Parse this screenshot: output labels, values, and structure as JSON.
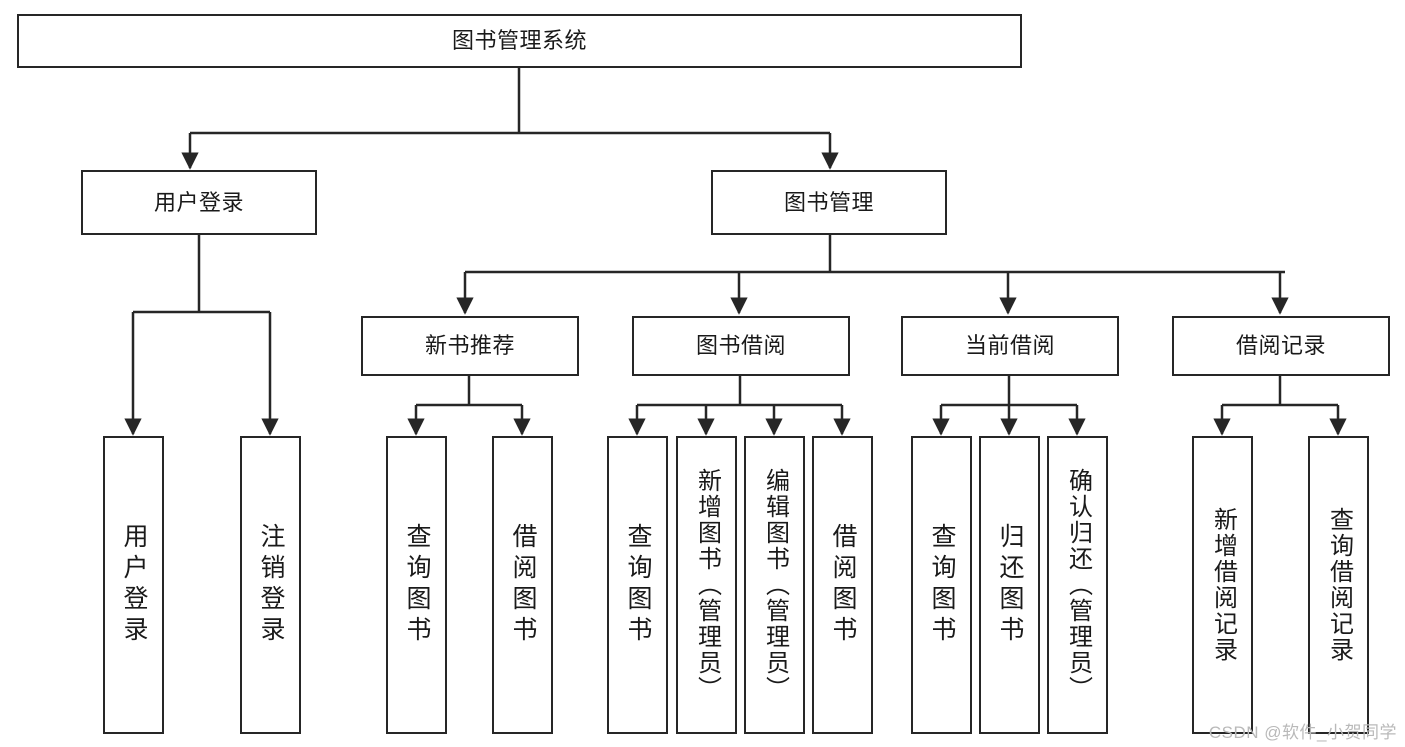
{
  "diagram": {
    "title": "图书管理系统",
    "type": "hierarchy-tree",
    "watermark": "CSDN @软件_小贺同学",
    "colors": {
      "stroke": "#262626",
      "fill": "#ffffff",
      "text": "#1a1a1a",
      "watermark": "#b9b9b9"
    },
    "levels": {
      "level1": {
        "label": "root"
      },
      "level2": {
        "label": "modules"
      },
      "level3": {
        "label": "submodules"
      },
      "level4": {
        "label": "functions"
      }
    },
    "nodes": {
      "root": {
        "label": "图书管理系统"
      },
      "user_login": {
        "label": "用户登录"
      },
      "book_manage": {
        "label": "图书管理"
      },
      "new_book_recommend": {
        "label": "新书推荐"
      },
      "book_borrow": {
        "label": "图书借阅"
      },
      "current_borrow": {
        "label": "当前借阅"
      },
      "borrow_record": {
        "label": "借阅记录"
      },
      "leaf_user_login": {
        "label": "用户登录"
      },
      "leaf_logout": {
        "label": "注销登录"
      },
      "leaf_query_book_1": {
        "label": "查询图书"
      },
      "leaf_borrow_book_1": {
        "label": "借阅图书"
      },
      "leaf_query_book_2": {
        "label": "查询图书"
      },
      "leaf_add_book_admin": {
        "label": "新增图书（管理员）"
      },
      "leaf_edit_book_admin": {
        "label": "编辑图书（管理员）"
      },
      "leaf_borrow_book_2": {
        "label": "借阅图书"
      },
      "leaf_query_book_3": {
        "label": "查询图书"
      },
      "leaf_return_book": {
        "label": "归还图书"
      },
      "leaf_confirm_return_admin": {
        "label": "确认归还（管理员）"
      },
      "leaf_add_borrow_record": {
        "label": "新增借阅记录"
      },
      "leaf_query_borrow_record": {
        "label": "查询借阅记录"
      }
    }
  }
}
